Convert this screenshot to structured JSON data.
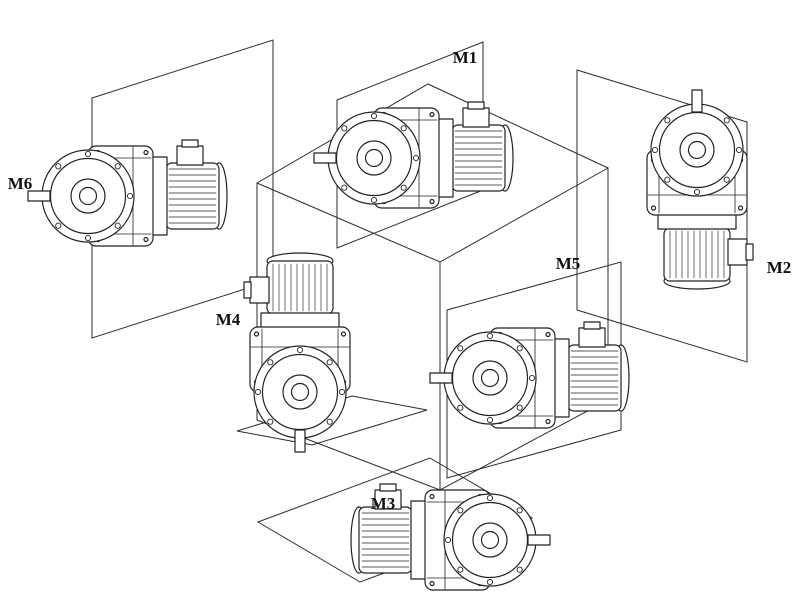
{
  "diagram": {
    "labels": {
      "m1": "M1",
      "m2": "M2",
      "m3": "M3",
      "m4": "M4",
      "m5": "M5",
      "m6": "M6"
    }
  },
  "colors": {
    "line": "#222222",
    "background": "#ffffff"
  }
}
